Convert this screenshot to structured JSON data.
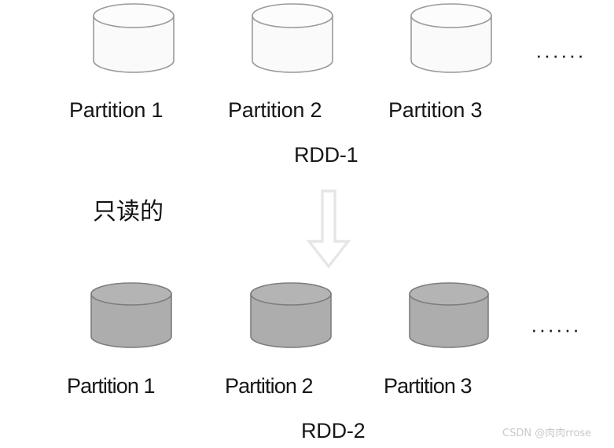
{
  "diagram": {
    "title_top": "RDD-1",
    "title_bottom": "RDD-2",
    "annotation": "只读的",
    "ellipsis_top": "······",
    "ellipsis_bottom": "······",
    "watermark": "CSDN @肉肉rrose",
    "arrow_name": "transformation-arrow-down",
    "colors": {
      "background": "#ffffff",
      "top_cylinder_fill": "#fafafa",
      "top_cylinder_stroke": "#9a9a9a",
      "bottom_cylinder_fill": "#adadad",
      "bottom_cylinder_top_fill": "#b4b4b4",
      "bottom_cylinder_stroke": "#7d7d7d",
      "arrow_stroke": "#e6e6e6",
      "arrow_fill": "#ffffff",
      "text": "#171717",
      "watermark": "#c9c9c9"
    },
    "rdd_top": {
      "name": "RDD-1",
      "style": "unfilled",
      "partitions": [
        {
          "label": "Partition 1"
        },
        {
          "label": "Partition 2"
        },
        {
          "label": "Partition 3"
        }
      ]
    },
    "rdd_bottom": {
      "name": "RDD-2",
      "style": "filled-gray",
      "partitions": [
        {
          "label": "Partition 1"
        },
        {
          "label": "Partition 2"
        },
        {
          "label": "Partition 3"
        }
      ]
    }
  }
}
